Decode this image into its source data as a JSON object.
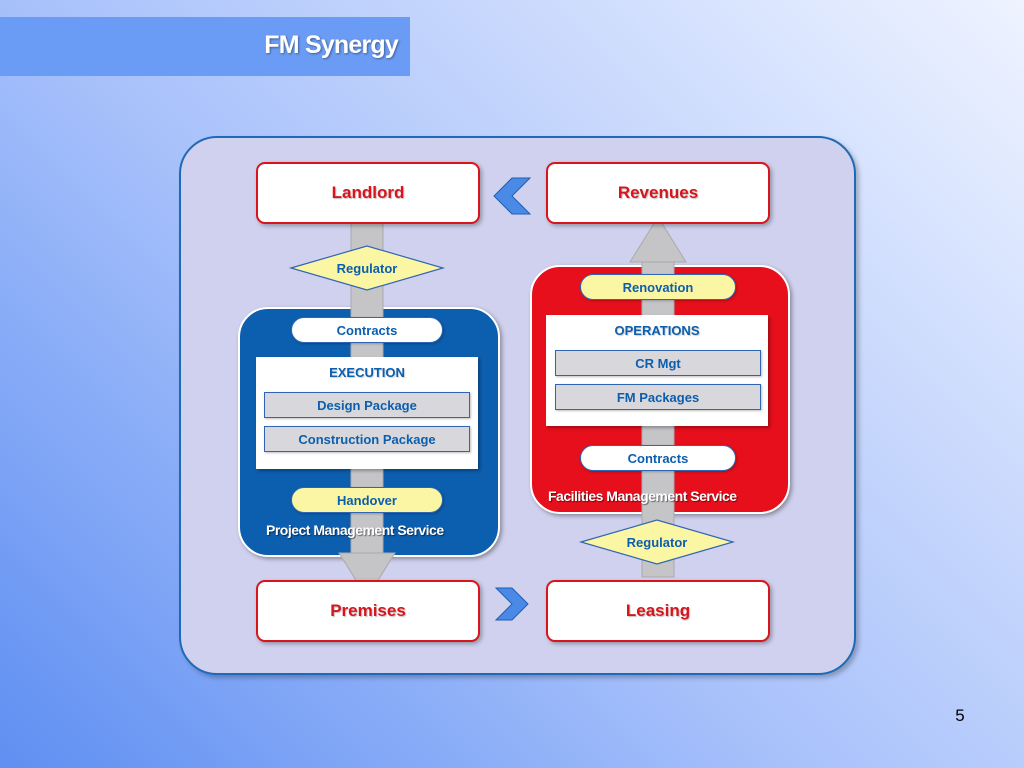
{
  "slide": {
    "title": "FM Synergy",
    "page_number": "5"
  },
  "nodes": {
    "landlord": "Landlord",
    "revenues": "Revenues",
    "premises": "Premises",
    "leasing": "Leasing"
  },
  "project_management": {
    "service_label": "Project Management Service",
    "regulator": "Regulator",
    "contracts": "Contracts",
    "execution_title": "EXECUTION",
    "items": [
      "Design Package",
      "Construction Package"
    ],
    "handover": "Handover"
  },
  "facilities_management": {
    "service_label": "Facilities Management Service",
    "renovation": "Renovation",
    "operations_title": "OPERATIONS",
    "items": [
      "CR Mgt",
      "FM Packages"
    ],
    "contracts": "Contracts",
    "regulator": "Regulator"
  },
  "colors": {
    "accent_red": "#d8151d",
    "accent_blue": "#0c5eae",
    "pill_yellow": "#fbf6a3",
    "title_bar": "#6b9cf5"
  },
  "icons": [
    "chevron-left-icon",
    "chevron-right-icon",
    "arrow-down-icon",
    "arrow-up-icon"
  ]
}
